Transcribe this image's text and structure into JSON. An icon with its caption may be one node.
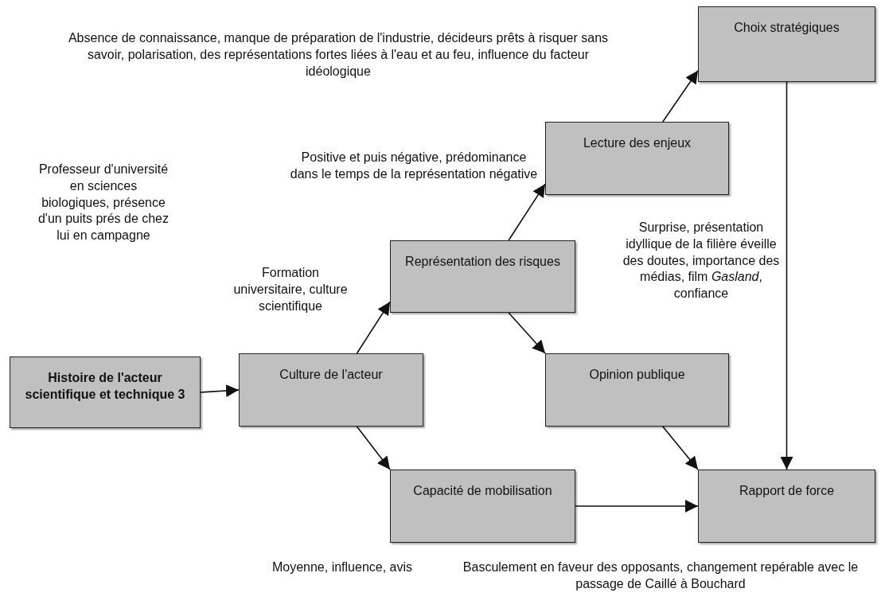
{
  "diagram": {
    "nodes": [
      {
        "text": [
          "Histoire de l'acteur scientifique et technique 3"
        ]
      },
      {
        "text": [
          "Culture de l'acteur"
        ]
      },
      {
        "text": [
          "Représentation des risques"
        ]
      },
      {
        "text": [
          "Lecture des enjeux"
        ]
      },
      {
        "text": [
          "Choix stratégiques"
        ]
      },
      {
        "text": [
          "Opinion publique"
        ]
      },
      {
        "text": [
          "Capacité de mobilisation"
        ]
      },
      {
        "text": [
          "Rapport de force"
        ]
      }
    ],
    "edges": [
      {
        "from": 0,
        "to": 1,
        "arrow": "to"
      },
      {
        "from": 1,
        "to": 2,
        "arrow": "to"
      },
      {
        "from": 2,
        "to": 3,
        "arrow": "to"
      },
      {
        "from": 3,
        "to": 4,
        "arrow": "to"
      },
      {
        "from": 2,
        "to": 5,
        "arrow": "to"
      },
      {
        "from": 1,
        "to": 6,
        "arrow": "to"
      },
      {
        "from": 5,
        "to": 7,
        "arrow": "to"
      },
      {
        "from": 4,
        "to": 7,
        "arrow": "to"
      },
      {
        "from": 6,
        "to": 7,
        "arrow": "to"
      }
    ],
    "labels": [
      "Absence de connaissance, manque de préparation de l'industrie, décideurs prêts à risquer sans savoir, polarisation, des représentations fortes liées à l'eau et au feu, influence du facteur idéologique",
      "Positive et puis négative, prédominance dans le temps de la représentation négative",
      "Professeur d'université en sciences biologiques, présence d'un puits prés de chez lui en campagne",
      "Formation universitaire, culture scientifique",
      "Surprise, présentation idyllique de la filière éveille des doutes, importance des médias, film *Gasland*, confiance",
      "Moyenne, influence, avis",
      "Basculement en faveur des opposants, changement repérable avec le passage de Caillé à Bouchard"
    ]
  }
}
